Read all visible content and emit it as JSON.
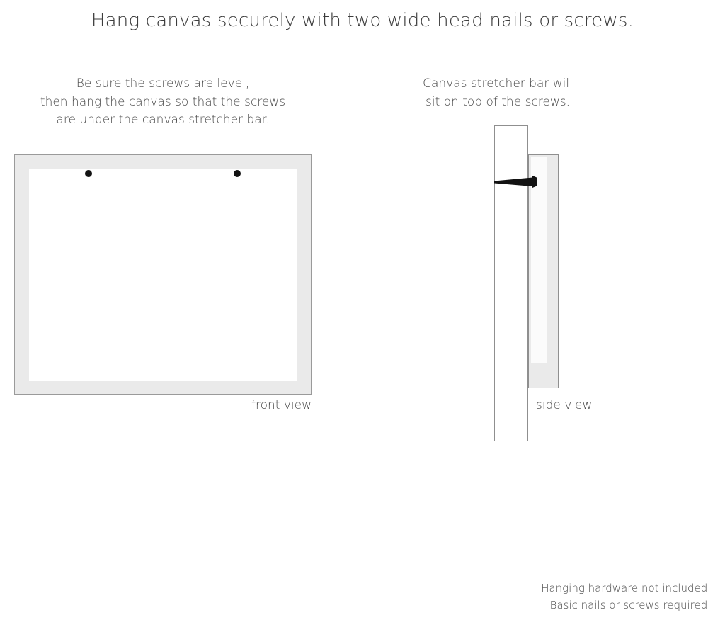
{
  "page": {
    "title": "Hang canvas securely with two wide head nails or screws.",
    "background_color": "#ffffff",
    "text_color": "#4a4a4a"
  },
  "instructions": {
    "left": {
      "line1": "Be sure the screws are level,",
      "line2": "then hang the canvas so that the screws",
      "line3": "are under the canvas stretcher bar."
    },
    "right": {
      "line1": "Canvas stretcher bar will",
      "line2": "sit on top of the screws."
    }
  },
  "diagrams": {
    "front": {
      "label": "front view",
      "frame_color": "#eaeaea",
      "frame_border_color": "#9a9a9a",
      "inner_color": "#ffffff",
      "screw_color": "#121212",
      "screw_count": 2
    },
    "side": {
      "label": "side view",
      "wall_color": "#ffffff",
      "wall_border_color": "#8f8f8f",
      "canvas_color": "#eaeaea",
      "canvas_border_color": "#8f8f8f",
      "canvas_inner_color": "#fbfbfb",
      "screw_color": "#121212",
      "screw_count": 1
    }
  },
  "footer": {
    "line1": "Hanging hardware not included.",
    "line2": "Basic nails or screws required."
  }
}
